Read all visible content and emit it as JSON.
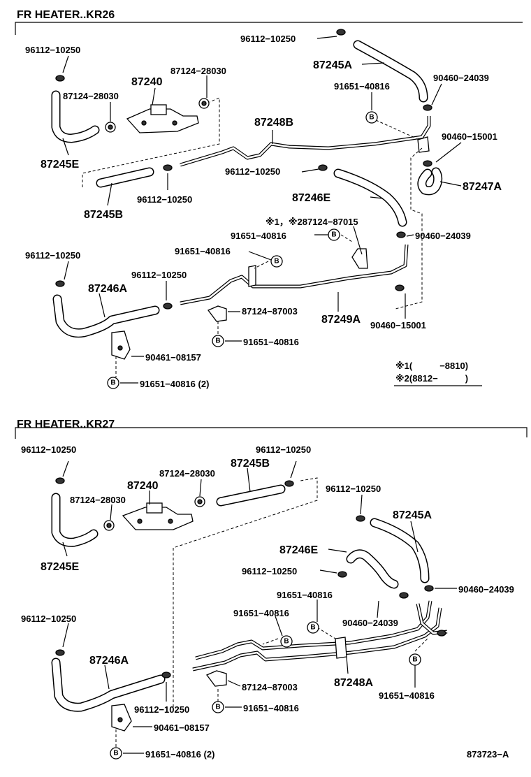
{
  "section1": {
    "title": "FR HEATER..KR26",
    "labels": {
      "c1": "96112−10250",
      "c2": "96112−10250",
      "p87245A": "87245A",
      "c3": "90460−24039",
      "b1": "91651−40816",
      "p87240": "87240",
      "b2": "87124−28030",
      "b3": "87124−28030",
      "p87248B": "87248B",
      "c4": "90460−15001",
      "p87245E": "87245E",
      "c5": "96112−10250",
      "c6": "96112−10250",
      "p87247A": "87247A",
      "p87246E": "87246E",
      "p87245B": "87245B",
      "note_line": "※1，※287124−87015",
      "b4": "91651−40816",
      "c7": "90460−24039",
      "c8": "96112−10250",
      "b5": "91651−40816",
      "c9": "96112−10250",
      "p87246A": "87246A",
      "b6": "87124−87003",
      "p87249A": "87249A",
      "c10": "90460−15001",
      "b7": "91651−40816",
      "c11": "90461−08157",
      "b8": "91651−40816 (2)"
    },
    "notes": [
      "※1(　　　−8810)",
      "※2(8812−　　　)"
    ]
  },
  "section2": {
    "title": "FR HEATER..KR27",
    "labels": {
      "c1": "96112−10250",
      "c2": "96112−10250",
      "p87245B": "87245B",
      "b1": "87124−28030",
      "p87240": "87240",
      "b2": "87124−28030",
      "c3": "96112−10250",
      "p87245A": "87245A",
      "p87245E": "87245E",
      "p87246E": "87246E",
      "c4": "96112−10250",
      "c5": "90460−24039",
      "b3": "91651−40816",
      "b4": "91651−40816",
      "c6": "90460−24039",
      "c7": "96112−10250",
      "p87246A": "87246A",
      "p87248A": "87248A",
      "b5": "87124−87003",
      "c8": "96112−10250",
      "b6": "91651−40816",
      "b7": "91651−40816",
      "c9": "90461−08157",
      "b8": "91651−40816 (2)"
    }
  },
  "footer": {
    "code": "873723−A"
  },
  "circle_letter": "B"
}
